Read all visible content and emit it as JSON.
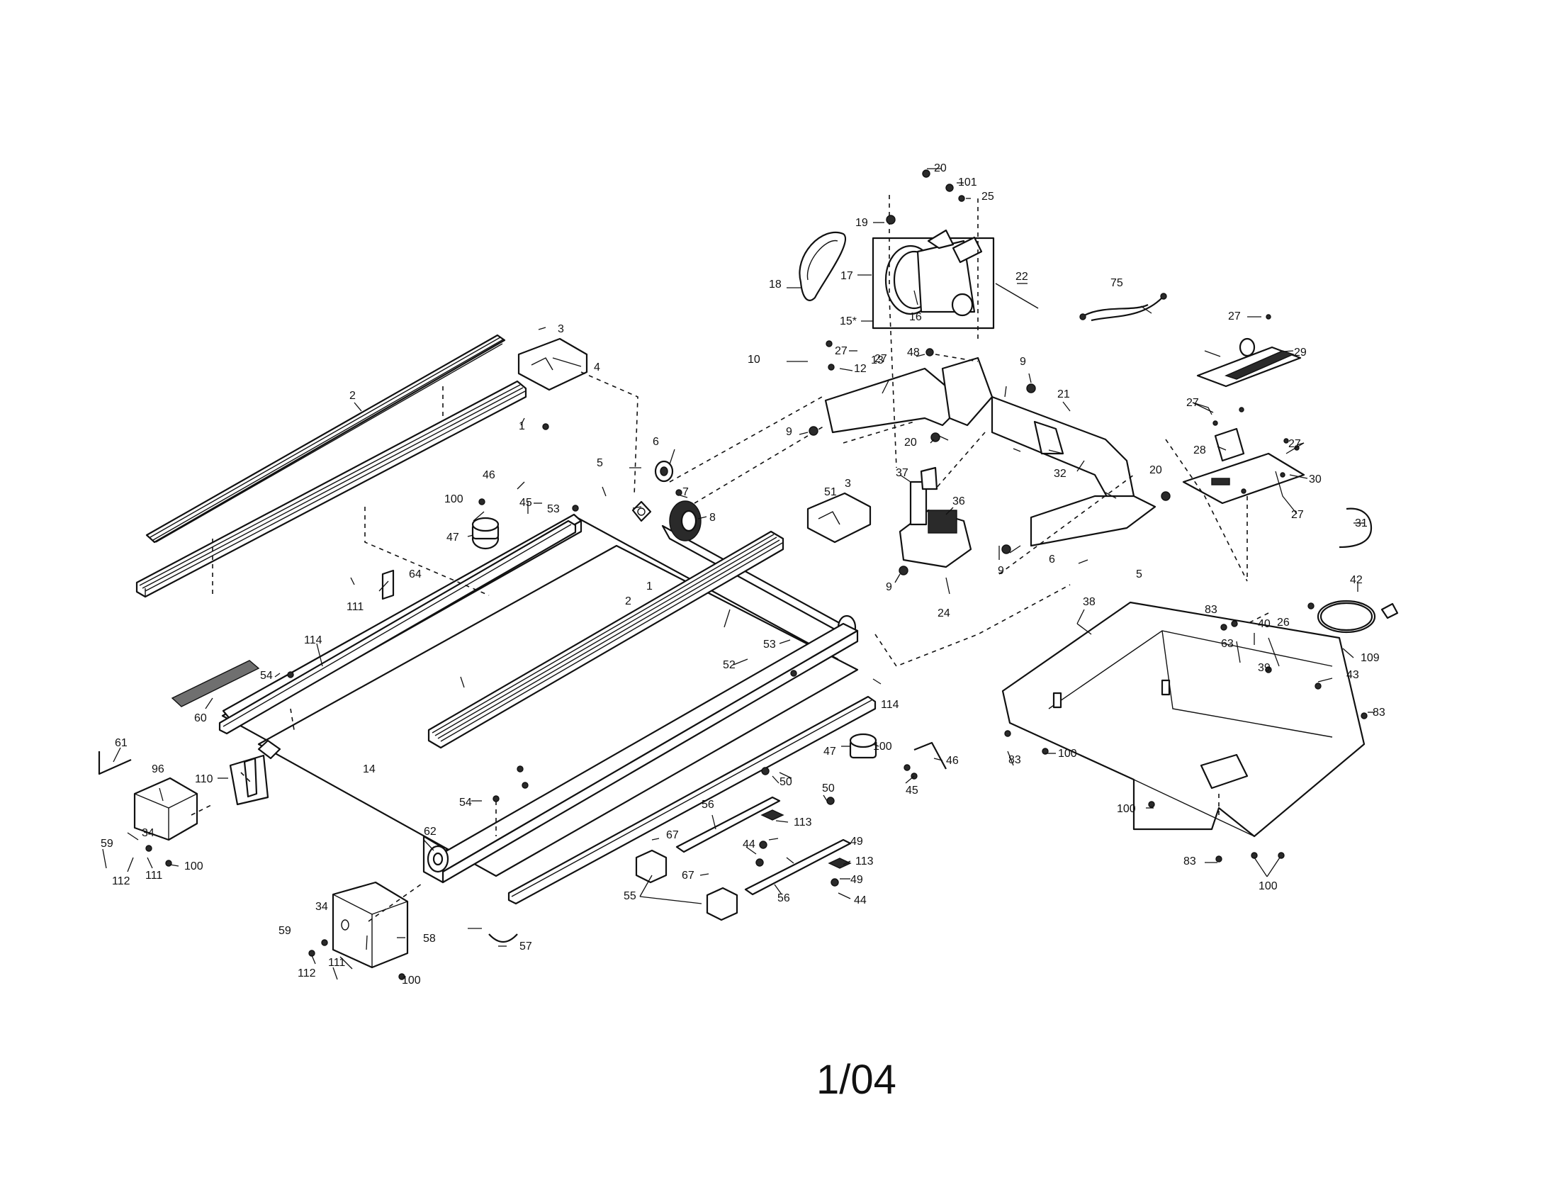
{
  "page_label": "1/04",
  "callouts": [
    "1",
    "1",
    "2",
    "2",
    "3",
    "3",
    "4",
    "5",
    "5",
    "6",
    "6",
    "7",
    "8",
    "9",
    "9",
    "9",
    "9",
    "10",
    "12",
    "13",
    "14",
    "15*",
    "16",
    "17",
    "18",
    "19",
    "20",
    "20",
    "20",
    "21",
    "22",
    "24",
    "25",
    "26",
    "27",
    "27",
    "27",
    "27",
    "27",
    "27",
    "28",
    "29",
    "30",
    "31",
    "32",
    "34",
    "34",
    "36",
    "37",
    "38",
    "39",
    "40",
    "42",
    "43",
    "44",
    "44",
    "45",
    "45",
    "46",
    "46",
    "47",
    "47",
    "48",
    "49",
    "49",
    "50",
    "50",
    "51",
    "52",
    "53",
    "53",
    "54",
    "54",
    "55",
    "56",
    "56",
    "57",
    "58",
    "59",
    "59",
    "60",
    "61",
    "62",
    "63",
    "64",
    "67",
    "67",
    "75",
    "83",
    "83",
    "83",
    "83",
    "96",
    "100",
    "100",
    "100",
    "100",
    "100",
    "100",
    "100",
    "101",
    "109",
    "110",
    "111",
    "111",
    "111",
    "112",
    "112",
    "113",
    "113",
    "114",
    "114"
  ]
}
